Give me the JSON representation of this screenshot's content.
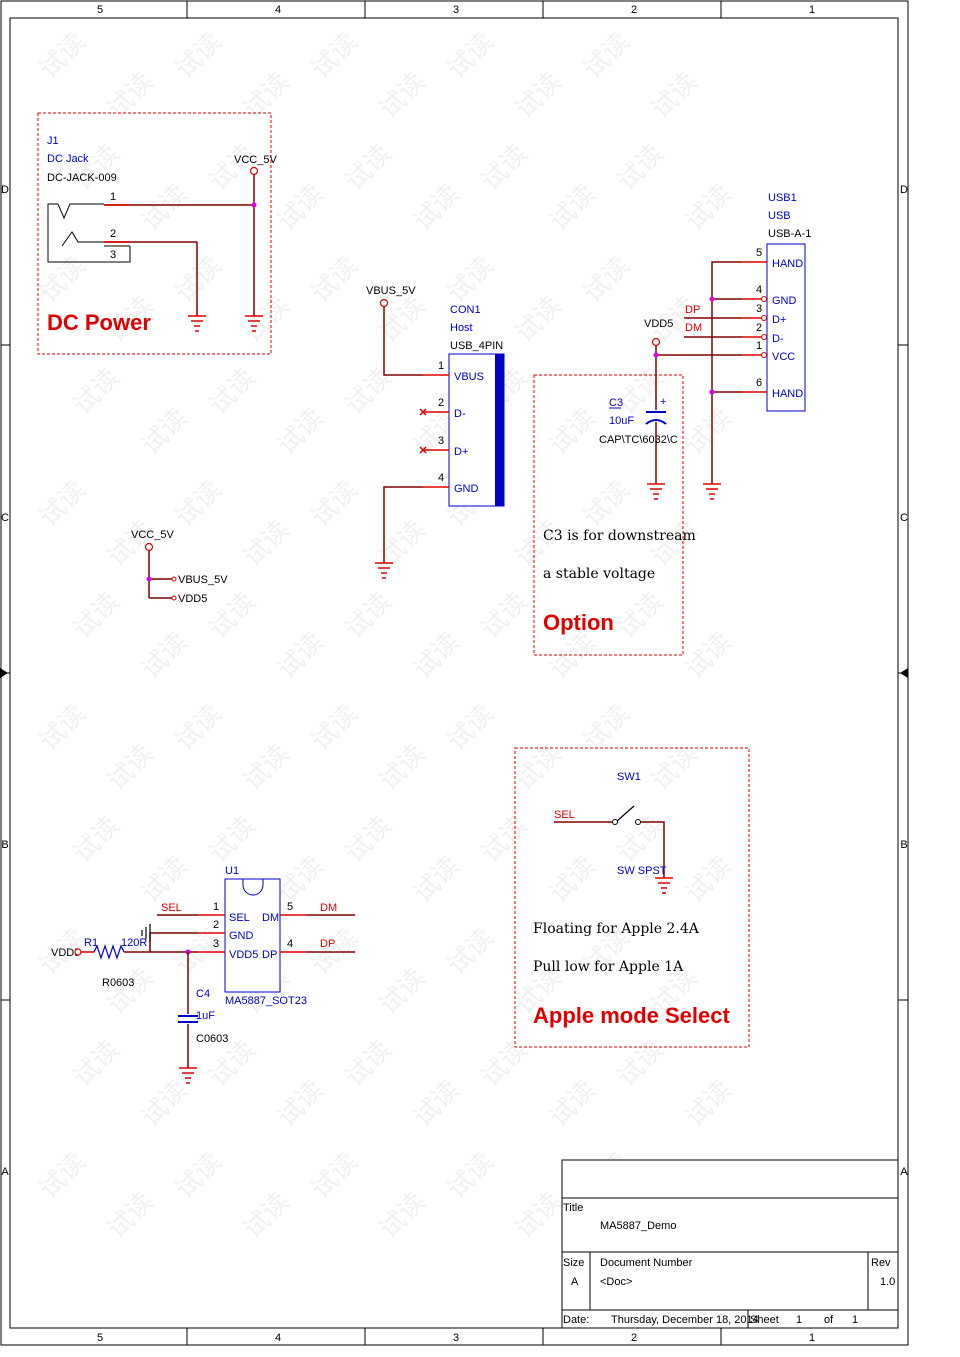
{
  "frame": {
    "column_labels": [
      "5",
      "4",
      "3",
      "2",
      "1"
    ],
    "row_labels": [
      "D",
      "C",
      "B",
      "A"
    ]
  },
  "dc_power": {
    "ref": "J1",
    "value": "DC Jack",
    "footprint": "DC-JACK-009",
    "net": "VCC_5V",
    "pins": [
      "1",
      "2",
      "3"
    ],
    "title": "DC Power"
  },
  "vcc_tie": {
    "net": "VCC_5V",
    "nets_out": [
      "VBUS_5V",
      "VDD5"
    ]
  },
  "con1": {
    "net": "VBUS_5V",
    "ref": "CON1",
    "value": "Host",
    "footprint": "USB_4PIN",
    "pins": [
      {
        "num": "1",
        "name": "VBUS"
      },
      {
        "num": "2",
        "name": "D-"
      },
      {
        "num": "3",
        "name": "D+"
      },
      {
        "num": "4",
        "name": "GND"
      }
    ]
  },
  "option": {
    "ref": "C3",
    "value": "10uF",
    "footprint": "CAP\\TC\\6032\\C",
    "net": "VDD5",
    "note_line1": "C3   is   for   downstream",
    "note_line2": "a   stable   voltage",
    "title": "Option"
  },
  "usb1": {
    "ref": "USB1",
    "value": "USB",
    "footprint": "USB-A-1",
    "net_dp": "DP",
    "net_dm": "DM",
    "pins": [
      {
        "num": "5",
        "name": "HAND"
      },
      {
        "num": "4",
        "name": "GND"
      },
      {
        "num": "3",
        "name": "D+"
      },
      {
        "num": "2",
        "name": "D-"
      },
      {
        "num": "1",
        "name": "VCC"
      },
      {
        "num": "6",
        "name": "HAND"
      }
    ]
  },
  "u1": {
    "ref": "U1",
    "part": "MA5887_SOT23",
    "pins_left": [
      {
        "num": "1",
        "name": "SEL",
        "net": "SEL"
      },
      {
        "num": "2",
        "name": "GND"
      },
      {
        "num": "3",
        "name": "VDD5"
      }
    ],
    "pins_right": [
      {
        "num": "5",
        "name": "DM",
        "net": "DM"
      },
      {
        "num": "4",
        "name": "DP",
        "net": "DP"
      }
    ],
    "r1_ref": "R1",
    "r1_value": "120R",
    "r1_footprint": "R0603",
    "vdd_net": "VDD5",
    "c4_ref": "C4",
    "c4_value": "1uF",
    "c4_footprint": "C0603"
  },
  "apple": {
    "sw_ref": "SW1",
    "sw_value": "SW SPST",
    "net": "SEL",
    "note_line1": "Floating   for   Apple   2.4A",
    "note_line2": "Pull   low   for   Apple   1A",
    "title": "Apple mode Select"
  },
  "title_block": {
    "title_label": "Title",
    "title": "MA5887_Demo",
    "size_label": "Size",
    "size": "A",
    "docnum_label": "Document  Number",
    "docnum": "<Doc>",
    "rev_label": "Rev",
    "rev": "1.0",
    "date_label": "Date:",
    "date": "Thursday, December 18, 2014",
    "sheet_label": "Sheet",
    "sheet": "1",
    "of_label": "of",
    "of": "1"
  },
  "watermark": "试读",
  "colors": {
    "wire": "#800000",
    "pin": "#e00000",
    "symbol_text": "#0000c8",
    "junction": "#e000e0",
    "heading": "#e00000"
  }
}
